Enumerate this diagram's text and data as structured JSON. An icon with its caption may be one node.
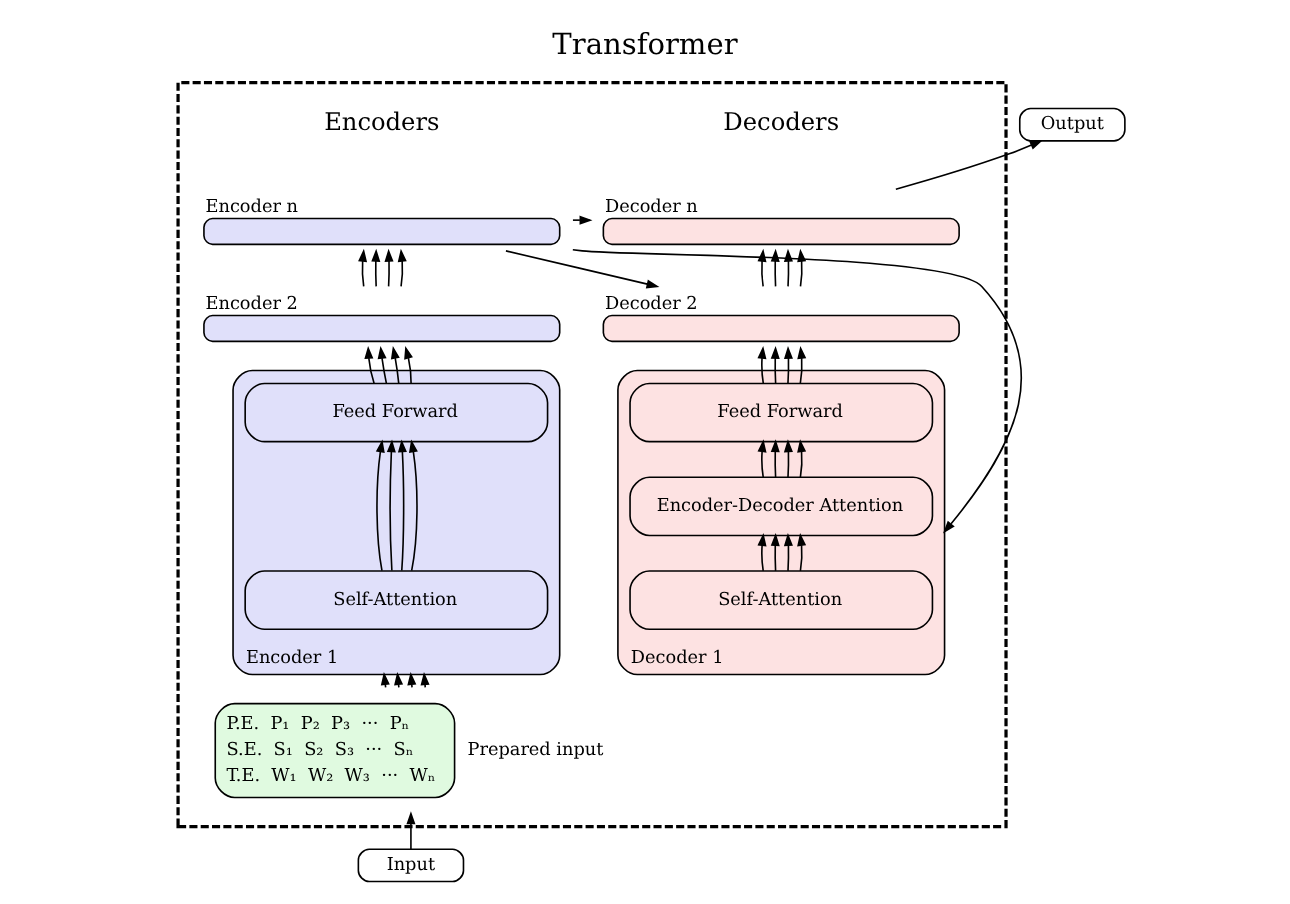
{
  "diagram": {
    "title": "Transformer",
    "nodes": [
      {
        "text": [],
        "shape": "box"
      },
      {
        "text": [
          "Encoder n"
        ],
        "in": 0
      },
      {
        "text": [
          "Encoder 2"
        ],
        "in": 0
      },
      {
        "text": [
          "Encoder 1"
        ],
        "in": 0
      },
      {
        "text": [
          "Feed Forward"
        ],
        "in": 3
      },
      {
        "text": [
          "Self-Attention"
        ],
        "in": 3
      },
      {
        "text": [
          "P.E.  P₁  P₂  P₃  ···  Pₙ",
          "S.E.  S₁  S₂  S₃  ···  Sₙ",
          "T.E.  W₁  W₂  W₃  ···  Wₙ"
        ],
        "beside": [
          "Prepared input"
        ],
        "in": 0
      },
      {
        "text": [
          "Decoder n"
        ],
        "in": 0
      },
      {
        "text": [
          "Decoder 2"
        ],
        "in": 0
      },
      {
        "text": [
          "Decoder 1"
        ],
        "in": 0
      },
      {
        "text": [
          "Feed Forward"
        ],
        "in": 9
      },
      {
        "text": [
          "Encoder-Decoder Attention"
        ],
        "in": 9
      },
      {
        "text": [
          "Self-Attention"
        ],
        "in": 9
      },
      {
        "text": [
          "Input"
        ]
      },
      {
        "text": [
          "Output"
        ]
      }
    ],
    "edges": [
      {
        "from": 13,
        "to": 6,
        "arrow": "to"
      },
      {
        "from": 6,
        "to": 3,
        "arrow": "to"
      },
      {
        "from": 6,
        "to": 3,
        "arrow": "to"
      },
      {
        "from": 6,
        "to": 3,
        "arrow": "to"
      },
      {
        "from": 6,
        "to": 3,
        "arrow": "to"
      },
      {
        "from": 5,
        "to": 4,
        "arrow": "to"
      },
      {
        "from": 5,
        "to": 4,
        "arrow": "to"
      },
      {
        "from": 5,
        "to": 4,
        "arrow": "to"
      },
      {
        "from": 5,
        "to": 4,
        "arrow": "to"
      },
      {
        "from": 4,
        "to": 2,
        "arrow": "to"
      },
      {
        "from": 4,
        "to": 2,
        "arrow": "to"
      },
      {
        "from": 4,
        "to": 2,
        "arrow": "to"
      },
      {
        "from": 4,
        "to": 2,
        "arrow": "to"
      },
      {
        "from": 2,
        "to": 1,
        "arrow": "to"
      },
      {
        "from": 2,
        "to": 1,
        "arrow": "to"
      },
      {
        "from": 2,
        "to": 1,
        "arrow": "to"
      },
      {
        "from": 2,
        "to": 1,
        "arrow": "to"
      },
      {
        "from": 1,
        "to": 7,
        "arrow": "to"
      },
      {
        "from": 1,
        "to": 8,
        "arrow": "to"
      },
      {
        "from": 1,
        "to": 9,
        "arrow": "to"
      },
      {
        "from": 12,
        "to": 11,
        "arrow": "to"
      },
      {
        "from": 12,
        "to": 11,
        "arrow": "to"
      },
      {
        "from": 12,
        "to": 11,
        "arrow": "to"
      },
      {
        "from": 12,
        "to": 11,
        "arrow": "to"
      },
      {
        "from": 11,
        "to": 10,
        "arrow": "to"
      },
      {
        "from": 11,
        "to": 10,
        "arrow": "to"
      },
      {
        "from": 11,
        "to": 10,
        "arrow": "to"
      },
      {
        "from": 11,
        "to": 10,
        "arrow": "to"
      },
      {
        "from": 10,
        "to": 8,
        "arrow": "to"
      },
      {
        "from": 10,
        "to": 8,
        "arrow": "to"
      },
      {
        "from": 10,
        "to": 8,
        "arrow": "to"
      },
      {
        "from": 10,
        "to": 8,
        "arrow": "to"
      },
      {
        "from": 8,
        "to": 7,
        "arrow": "to"
      },
      {
        "from": 8,
        "to": 7,
        "arrow": "to"
      },
      {
        "from": 8,
        "to": 7,
        "arrow": "to"
      },
      {
        "from": 8,
        "to": 7,
        "arrow": "to"
      },
      {
        "from": 7,
        "to": 14,
        "arrow": "to"
      }
    ],
    "labels": [
      "Encoders",
      "Decoders"
    ]
  }
}
